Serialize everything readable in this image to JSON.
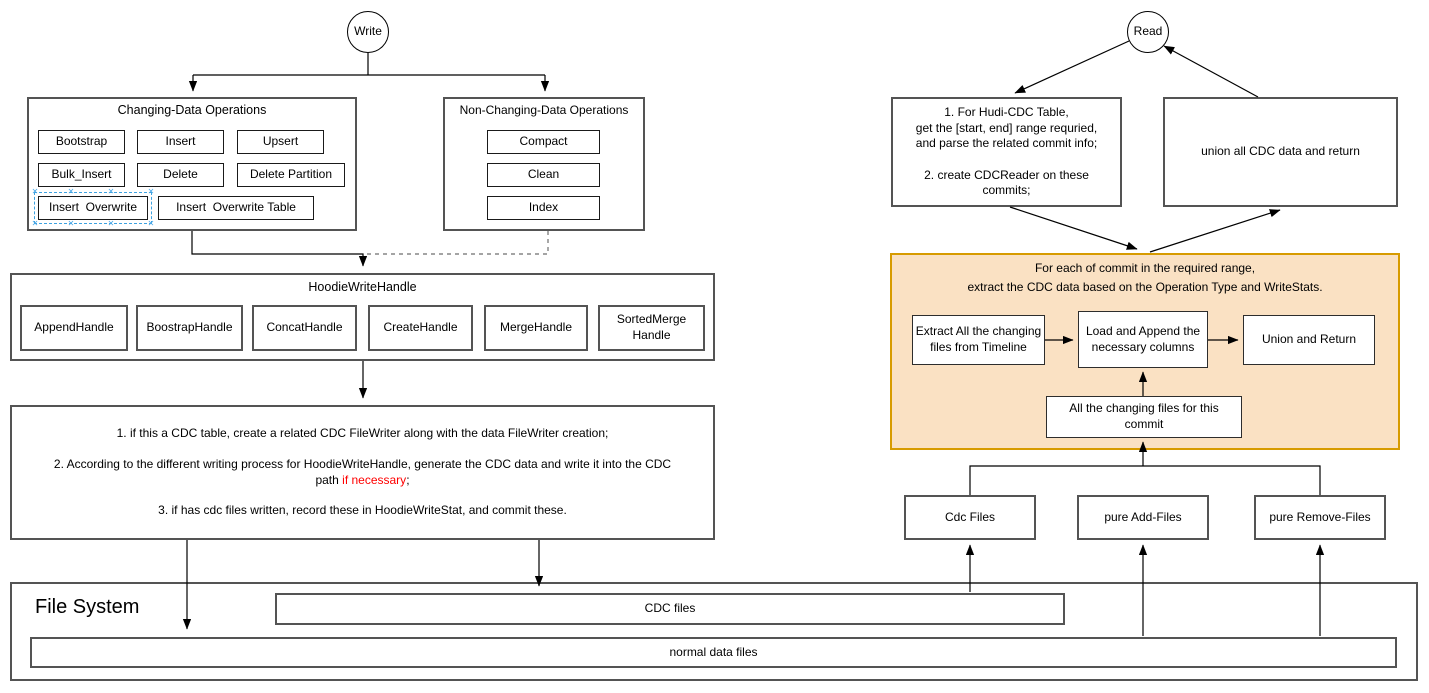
{
  "write": {
    "start_label": "Write",
    "changing": {
      "title": "Changing-Data Operations",
      "items": [
        "Bootstrap",
        "Insert",
        "Upsert",
        "Bulk_Insert",
        "Delete",
        "Delete Partition",
        "Insert  Overwrite",
        "Insert  Overwrite Table"
      ]
    },
    "non_changing": {
      "title": "Non-Changing-Data Operations",
      "items": [
        "Compact",
        "Clean",
        "Index"
      ]
    },
    "handle": {
      "title": "HoodieWriteHandle",
      "items": [
        "AppendHandle",
        "BoostrapHandle",
        "ConcatHandle",
        "CreateHandle",
        "MergeHandle",
        "SortedMerge\nHandle"
      ]
    },
    "steps": {
      "s1": "1. if this a CDC table, create a related CDC FileWriter along with the data FileWriter creation;",
      "s2a": "2. According to the different writing process for HoodieWriteHandle, generate the CDC data and write it into the CDC",
      "s2b": "path ",
      "s2c_red": "if necessary",
      "s2d": ";",
      "s3": "3. if has cdc files written, record these in HoodieWriteStat, and commit these."
    }
  },
  "read": {
    "start_label": "Read",
    "prepare": "1. For Hudi-CDC Table,\nget the [start, end] range requried,\nand parse the related commit info;\n\n2. create CDCReader on these\ncommits;",
    "union": "union all CDC data and return",
    "orange": {
      "title1": "For each of commit in the required range,",
      "title2": "extract the CDC data based on the Operation Type and WriteStats.",
      "extract": "Extract All the changing files from Timeline",
      "load": "Load and Append the necessary columns",
      "union_return": "Union and Return",
      "changing_files": "All the changing files for this commit"
    },
    "groups": [
      "Cdc Files",
      "pure Add-Files",
      "pure Remove-Files"
    ]
  },
  "fs": {
    "title": "File System",
    "cdc": "CDC files",
    "normal": "normal data files"
  },
  "colors": {
    "highlight_fill": "#fae1c3",
    "highlight_border": "#d79b00",
    "selection_blue": "#3da2e0",
    "warning_red": "#ff0000"
  }
}
